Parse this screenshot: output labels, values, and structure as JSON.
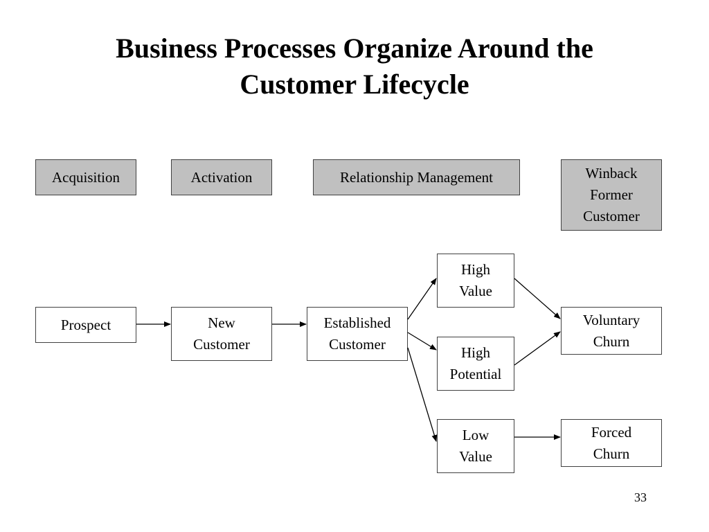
{
  "slide": {
    "title_line1": "Business Processes Organize Around the",
    "title_line2": "Customer Lifecycle",
    "page_number": "33"
  },
  "phases": {
    "acquisition": "Acquisition",
    "activation": "Activation",
    "relationship": "Relationship Management",
    "winback": [
      "Winback",
      "Former",
      "Customer"
    ]
  },
  "states": {
    "prospect": "Prospect",
    "new_customer": [
      "New",
      "Customer"
    ],
    "established": [
      "Established",
      "Customer"
    ],
    "high_value": [
      "High",
      "Value"
    ],
    "high_potential": [
      "High",
      "Potential"
    ],
    "low_value": [
      "Low",
      "Value"
    ],
    "voluntary_churn": [
      "Voluntary",
      "Churn"
    ],
    "forced_churn": [
      "Forced",
      "Churn"
    ]
  },
  "colors": {
    "phase_fill": "#c0c0c0",
    "box_border": "#404040",
    "arrow": "#000000"
  }
}
